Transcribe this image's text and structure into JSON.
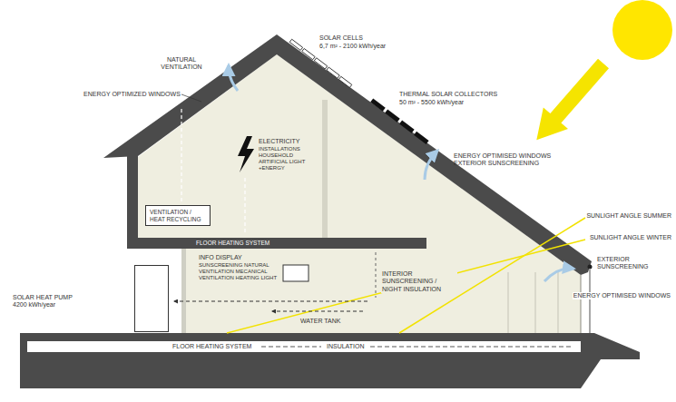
{
  "diagram": {
    "nodes": [
      {
        "text": [
          "VENTILATION / HEAT RECYCLING"
        ]
      },
      {
        "text": [
          "SOLAR HEAT PUMP",
          "4200 kWh/year"
        ]
      }
    ],
    "labels": [
      "NATURAL VENTILATION",
      "ENERGY OPTIMIZED WINDOWS",
      "SOLAR CELLS",
      "6,7 m² - 2100 kWh/year",
      "THERMAL SOLAR COLLECTORS",
      "50 m² - 5500 kWh/year",
      "ELECTRICITY",
      "INSTALLATIONS HOUSEHOLD ARTIFICIAL LIGHT +ENERGY",
      "ENERGY OPTIMISED WINDOWS EXTERIOR SUNSCREENING",
      "SUNLIGHT ANGLE SUMMER",
      "SUNLIGHT ANGLE WINTER",
      "EXTERIOR SUNSCREENING",
      "ENERGY OPTIMISED WINDOWS",
      "FLOOR HEATING SYSTEM",
      "INFO DISPLAY",
      "SUNSCREENING NATURAL VENTILATION MECANICAL VENTILATION HEATING LIGHT",
      "INTERIOR SUNSCREENING / NIGHT INSULATION",
      "WATER TANK",
      "FLOOR HEATING SYSTEM",
      "INSULATION"
    ]
  }
}
